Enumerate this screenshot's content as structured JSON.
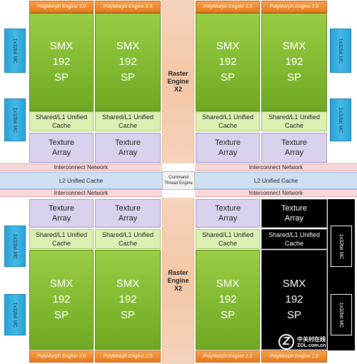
{
  "polymorph_label": "PolyMorph Engine 2.0",
  "smx": {
    "name": "SMX",
    "cores": "192",
    "unit": "SP"
  },
  "cache": {
    "line1": "Shared/L1 Unified",
    "line2": "Cache"
  },
  "texture": {
    "line1": "Texture",
    "line2": "Array"
  },
  "raster": {
    "line1": "Raster",
    "line2": "Engine",
    "line3": "X2"
  },
  "mc_label": "1x32bit MC",
  "interconnect_label": "Interconnect Network",
  "l2_label": "L2 Unified Cache",
  "command": {
    "line1": "Command",
    "line2": "Thread Engine"
  },
  "watermark": {
    "brand": "中关村在线",
    "site": "ZOL.com.cn",
    "logo_letter": "Z"
  },
  "colors": {
    "smx_green": "#82bb32",
    "polymorph_orange": "#ef8a2e",
    "cache_lightgreen": "#ddf0b3",
    "texture_lavender": "#d9d1ed",
    "raster_peach": "#f3c7a6",
    "mc_blue": "#36aee0",
    "network_pink": "#f7d7d8",
    "l2_blue": "#cfe0f3",
    "disabled_black": "#000000"
  }
}
